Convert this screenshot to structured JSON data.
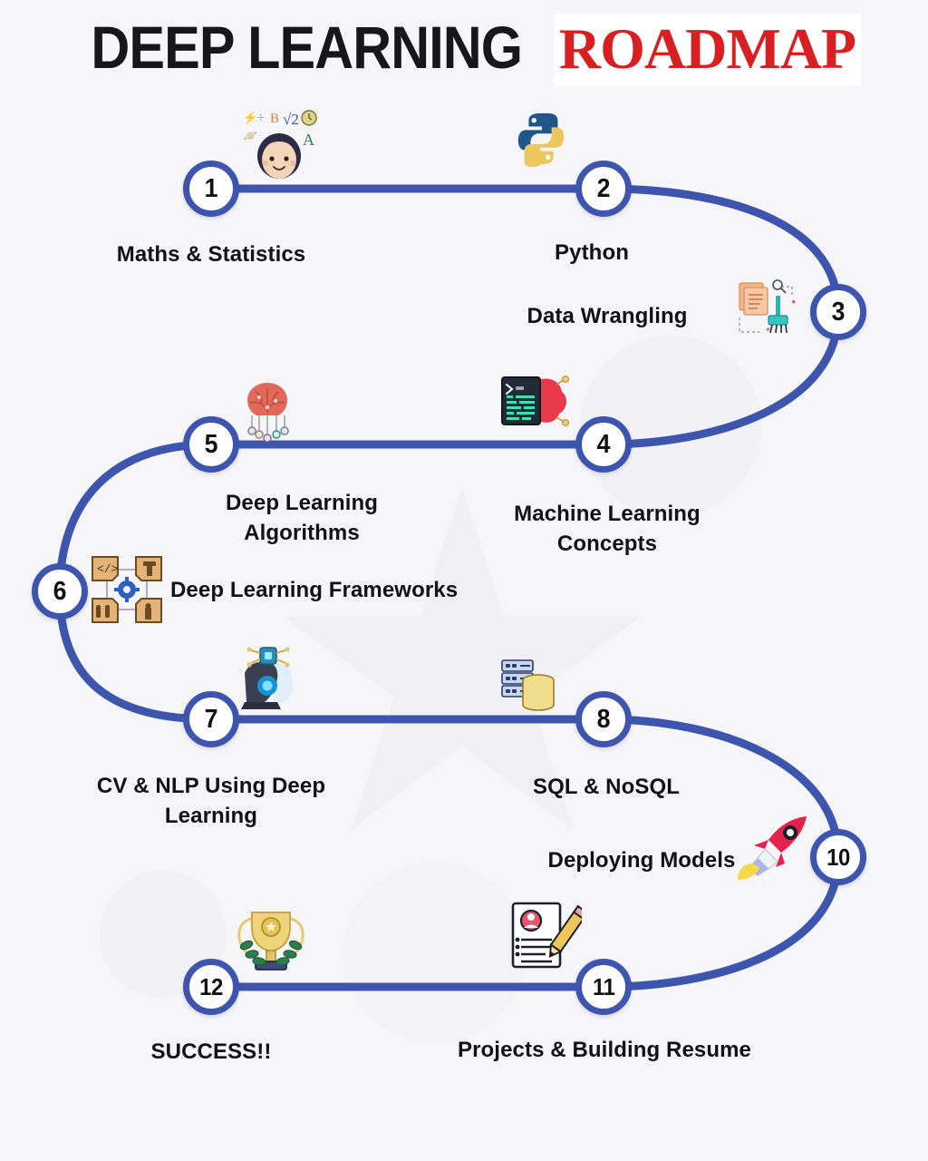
{
  "title": {
    "main": "DEEP LEARNING",
    "accent": "ROADMAP",
    "main_color": "#17171a",
    "accent_color": "#d81f22"
  },
  "theme": {
    "background": "#f6f5f8",
    "road_color": "#3d55ad",
    "node_fill": "#ffffff",
    "node_border": "#3d55ad",
    "text_color": "#121214"
  },
  "roadmap": {
    "type": "serpentine-path",
    "step_count": 12,
    "steps": [
      {
        "number": "1",
        "label": "Maths & Statistics",
        "icon": "student-face-icon"
      },
      {
        "number": "2",
        "label": "Python",
        "icon": "python-logo-icon"
      },
      {
        "number": "3",
        "label": "Data Wrangling",
        "icon": "data-cleaning-icon"
      },
      {
        "number": "4",
        "label": "Machine Learning\nConcepts",
        "icon": "terminal-brain-icon"
      },
      {
        "number": "5",
        "label": "Deep Learning\nAlgorithms",
        "icon": "neural-brain-icon"
      },
      {
        "number": "6",
        "label": "Deep Learning Frameworks",
        "icon": "framework-toolbox-icon"
      },
      {
        "number": "7",
        "label": "CV & NLP Using Deep\nLearning",
        "icon": "ai-head-chip-icon"
      },
      {
        "number": "8",
        "label": "SQL & NoSQL",
        "icon": "database-server-icon"
      },
      {
        "number": "10",
        "label": "Deploying Models",
        "icon": "rocket-icon"
      },
      {
        "number": "11",
        "label": "Projects & Building Resume",
        "icon": "resume-pencil-icon"
      },
      {
        "number": "12",
        "label": "SUCCESS!!",
        "icon": "trophy-laurel-icon"
      }
    ]
  }
}
